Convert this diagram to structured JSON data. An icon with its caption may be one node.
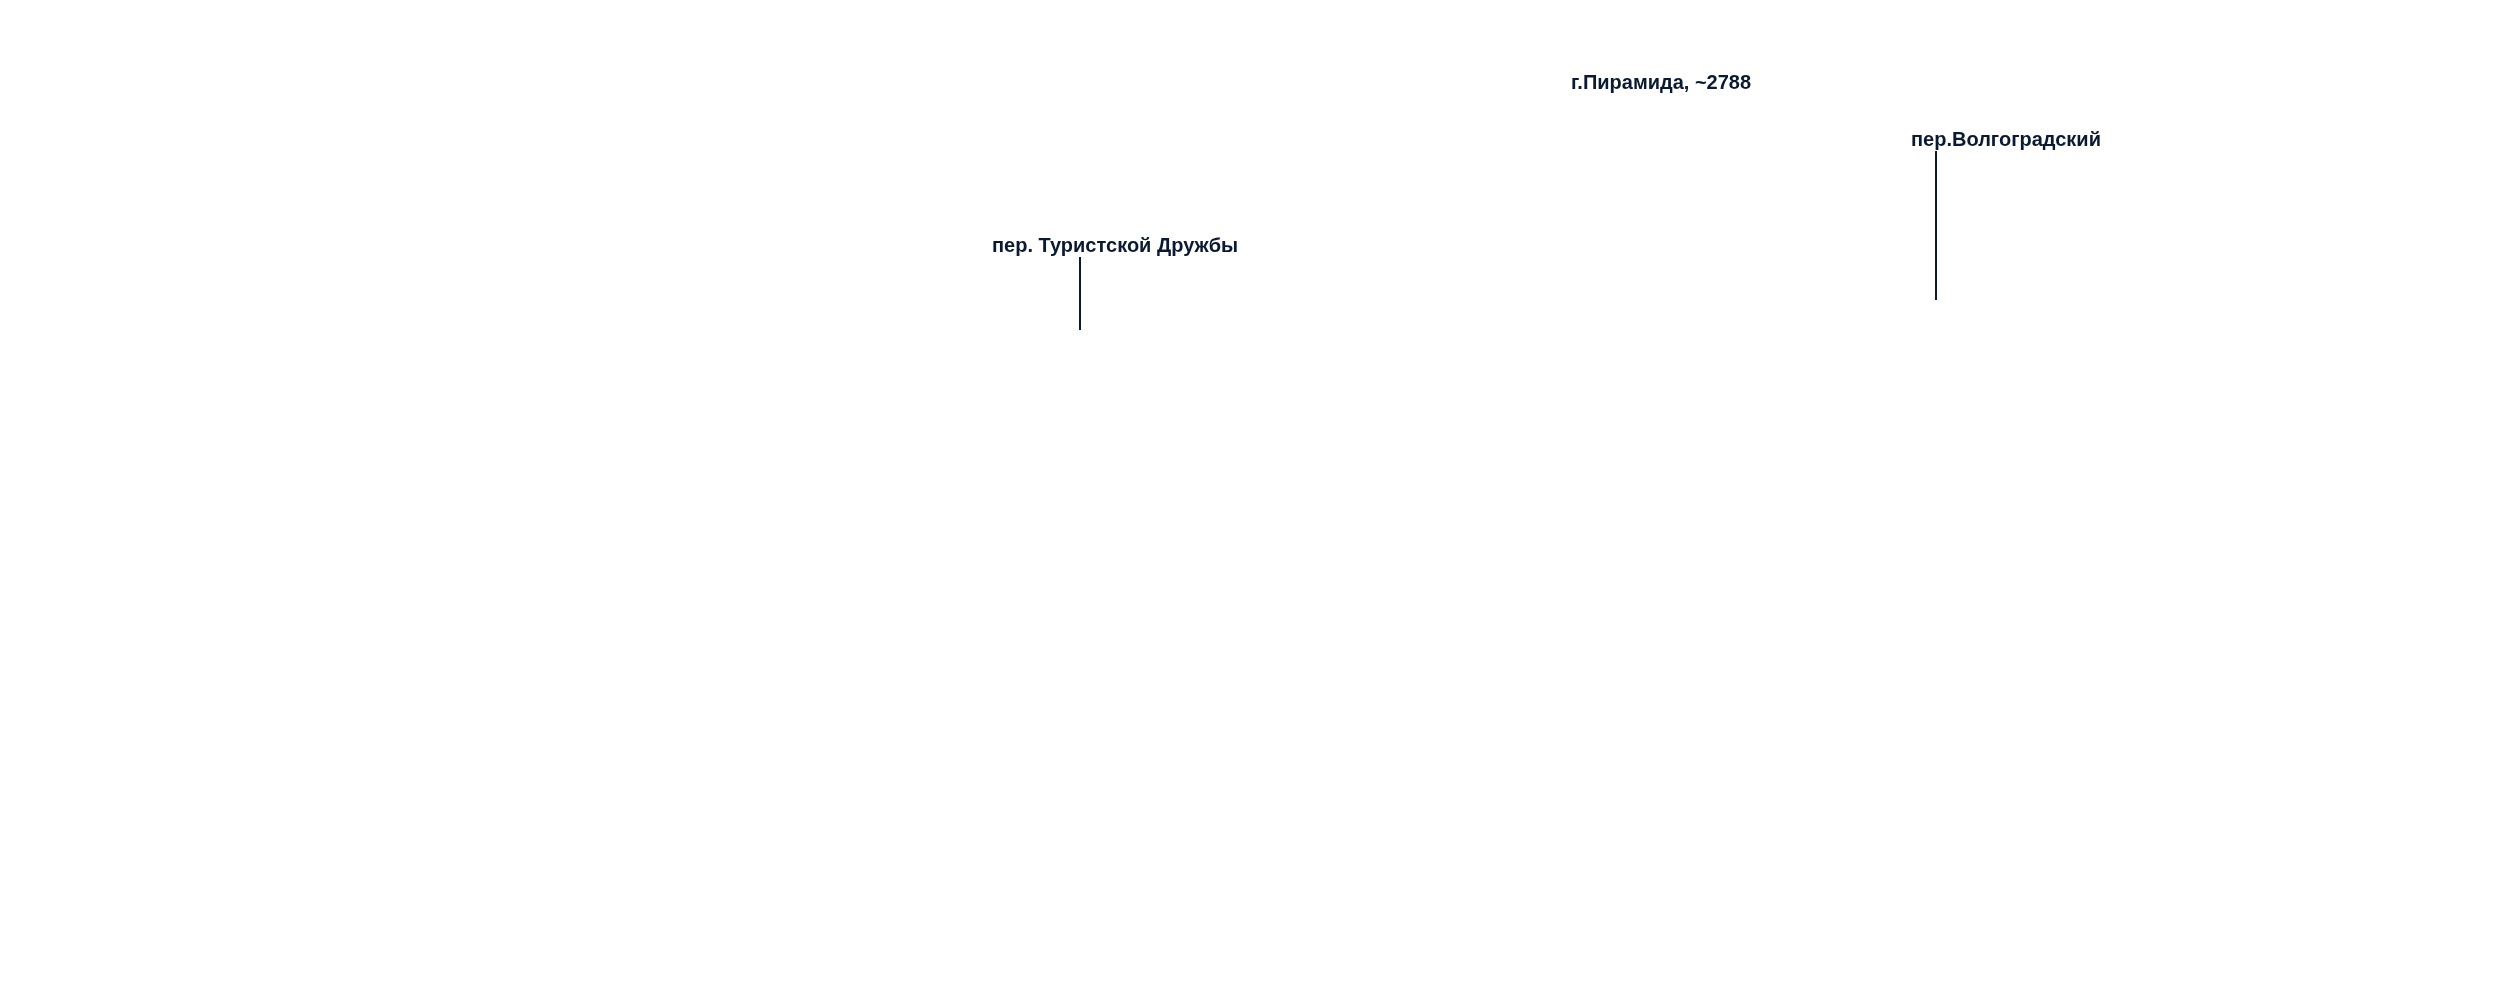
{
  "diagram": {
    "nodes": [
      {
        "text": [
          "пер.Волгоградский"
        ]
      },
      {
        "text": [
          "пер. Туристской Дружбы"
        ]
      }
    ],
    "edges": [
      {
        "from": 0,
        "to": null,
        "arrow": "none"
      },
      {
        "from": 1,
        "to": null,
        "arrow": "none"
      }
    ],
    "labels": [
      "г.Пирамида, ~2788"
    ]
  }
}
